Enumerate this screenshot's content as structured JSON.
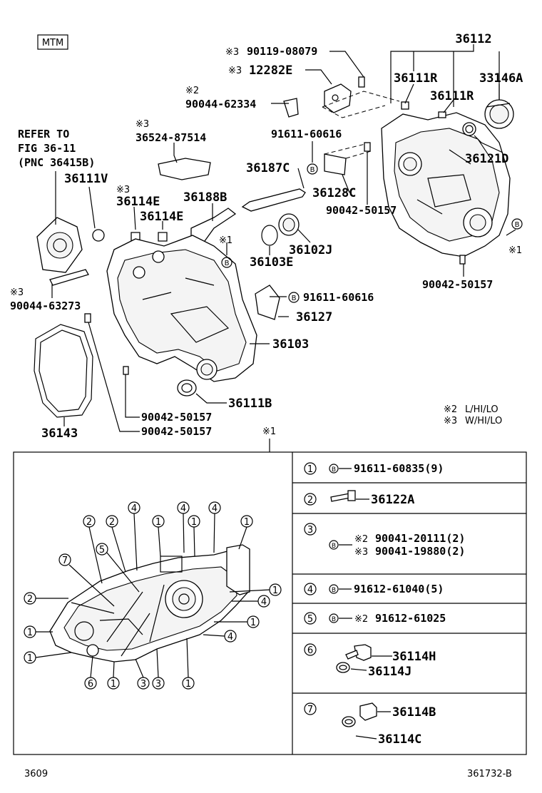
{
  "header": {
    "model_tag": "MTM"
  },
  "refer": {
    "line1": "REFER TO",
    "line2": "FIG 36-11",
    "line3": "(PNC 36415B)"
  },
  "mark1": "※1",
  "mark2": "※2",
  "mark3": "※3",
  "circle_b": "B",
  "parts": {
    "p36112": "36112",
    "p90119": "90119-08079",
    "p12282E": "12282E",
    "p90044_62334": "90044-62334",
    "p36111R_a": "36111R",
    "p36111R_b": "36111R",
    "p33146A": "33146A",
    "p36524": "36524-87514",
    "p91611_60616_a": "91611-60616",
    "p36121D": "36121D",
    "p36187C": "36187C",
    "p36128C": "36128C",
    "p90042_50157_a": "90042-50157",
    "p36111V": "36111V",
    "p36114E_a": "36114E",
    "p36114E_b": "36114E",
    "p36188B": "36188B",
    "p36102J": "36102J",
    "p36103E": "36103E",
    "p90042_50157_b": "90042-50157",
    "p90044_63273": "90044-63273",
    "p91611_60616_b": "91611-60616",
    "p36127": "36127",
    "p36103": "36103",
    "p36111B": "36111B",
    "p90042_50157_c": "90042-50157",
    "p90042_50157_d": "90042-50157",
    "p36143": "36143"
  },
  "notes": {
    "note2": "L/HI/LO",
    "note3": "W/HI/LO"
  },
  "detail": {
    "circle_nums": [
      "1",
      "2",
      "3",
      "4",
      "5",
      "6",
      "7"
    ],
    "rows": {
      "r1_text": "91611-60835(9)",
      "r2_text": "36122A",
      "r3_a": "90041-20111(2)",
      "r3_b": "90041-19880(2)",
      "r4_text": "91612-61040(5)",
      "r5_text": "91612-61025",
      "r6_a": "36114H",
      "r6_b": "36114J",
      "r7_a": "36114B",
      "r7_b": "36114C"
    }
  },
  "footer": {
    "page_no": "3609",
    "figure_code": "361732-B"
  }
}
